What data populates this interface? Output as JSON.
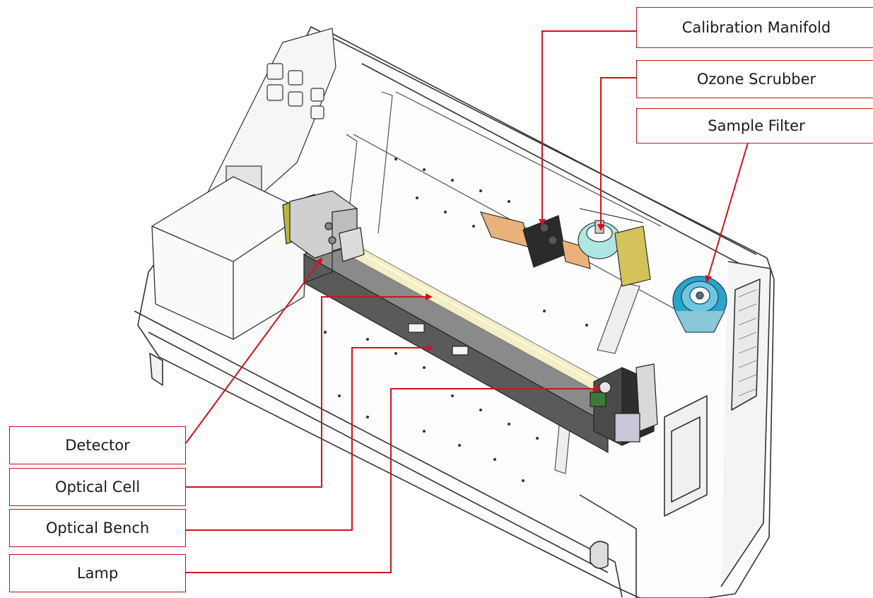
{
  "labels": {
    "calibration_manifold": "Calibration Manifold",
    "ozone_scrubber": "Ozone Scrubber",
    "sample_filter": "Sample Filter",
    "detector": "Detector",
    "optical_cell": "Optical Cell",
    "optical_bench": "Optical Bench",
    "lamp": "Lamp"
  },
  "colors": {
    "leader_line": "#d0141c",
    "box_border": "#c0141c",
    "chassis_outline": "#333333",
    "bench": "#5a5a5a",
    "optical_tube": "#f3eec6",
    "scrubber": "#aee6e2",
    "filter": "#2aa3c8",
    "detector_block": "#cfcfcf",
    "copper_fittings": "#e8b27a",
    "detector_tab": "#b6b83a"
  }
}
